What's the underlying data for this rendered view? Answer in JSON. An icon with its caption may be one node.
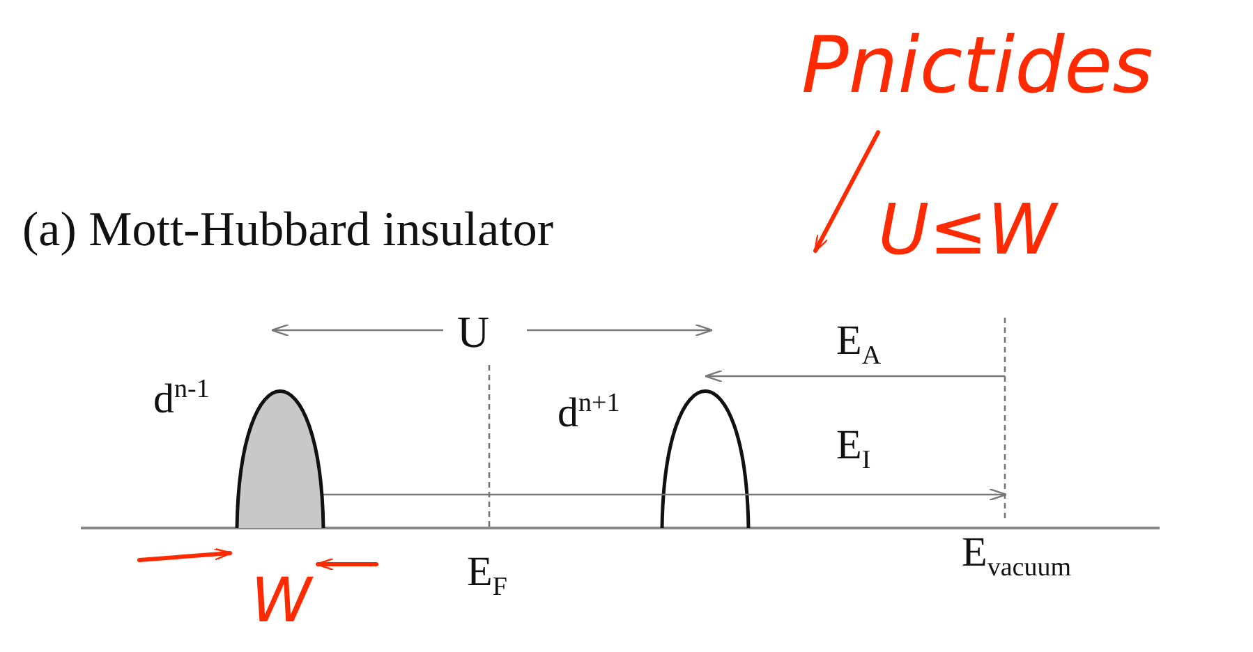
{
  "diagram": {
    "title": "(a) Mott-Hubbard insulator",
    "nodes": [
      {
        "text": [
          "d$^{n-1}$"
        ]
      },
      {
        "text": [
          "d$^{n+1}$"
        ]
      },
      {
        "text": [
          "E$_{F}$"
        ]
      },
      {
        "text": [
          "E$_{vacuum}$"
        ]
      }
    ],
    "edges": [
      {
        "from": 3,
        "to": 1,
        "arrow": "to",
        "label": "E$_{A}$"
      },
      {
        "from": 0,
        "to": 3,
        "arrow": "to",
        "label": "E$_{I}$"
      }
    ],
    "labels": [
      "U",
      "Pnictides",
      "U≤W",
      "W"
    ]
  }
}
